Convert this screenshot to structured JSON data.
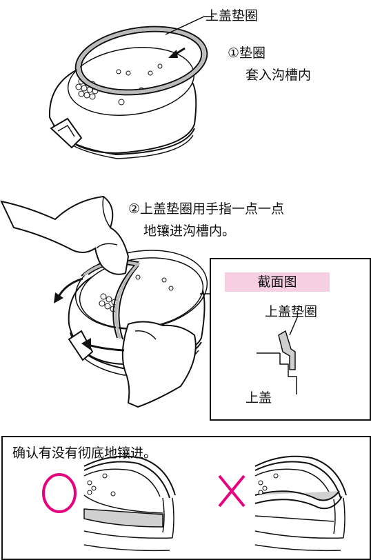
{
  "step1": {
    "callout": "上盖垫圈",
    "line1": "①垫圈",
    "line2": "套入沟槽内"
  },
  "step2": {
    "line1": "②上盖垫圈用手指一点一点",
    "line2": "地镶进沟槽内。"
  },
  "cross_section": {
    "title": "截面图",
    "gasket_label": "上盖垫圈",
    "lid_label": "上盖"
  },
  "check": {
    "instruction": "确认有没有彻底地镶进。"
  },
  "colors": {
    "accent": "#e6007e",
    "title_bg": "#f6cfe3",
    "line": "#111111"
  }
}
